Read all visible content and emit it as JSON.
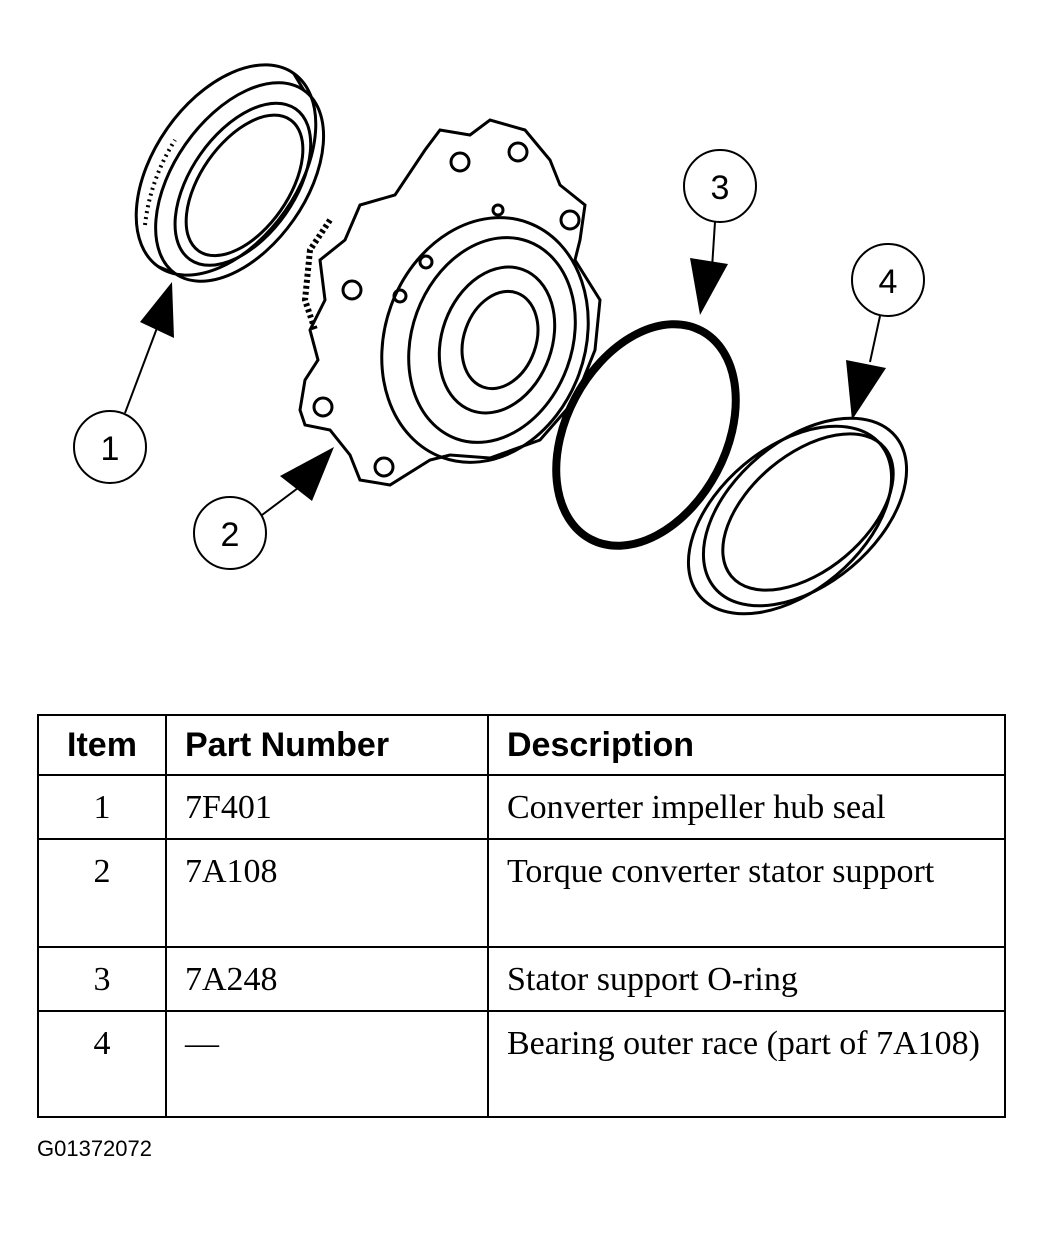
{
  "diagram": {
    "callouts": [
      "1",
      "2",
      "3",
      "4"
    ]
  },
  "table": {
    "headers": {
      "item": "Item",
      "part_number": "Part Number",
      "description": "Description"
    },
    "rows": [
      {
        "item": "1",
        "part_number": "7F401",
        "description": "Converter impeller hub seal"
      },
      {
        "item": "2",
        "part_number": "7A108",
        "description": "Torque converter stator support"
      },
      {
        "item": "3",
        "part_number": "7A248",
        "description": "Stator support O-ring"
      },
      {
        "item": "4",
        "part_number": "—",
        "description": "Bearing outer race (part of 7A108)"
      }
    ]
  },
  "figure_id": "G01372072"
}
